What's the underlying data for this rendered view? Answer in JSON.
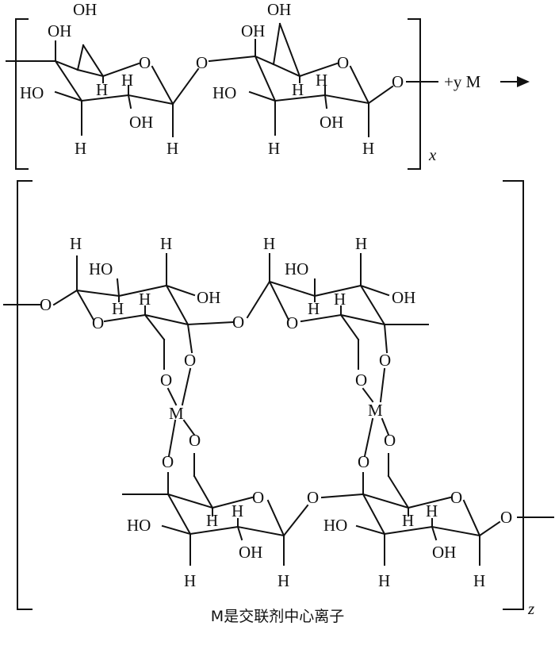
{
  "atoms": {
    "oh": "OH",
    "ho": "HO",
    "h": "H",
    "o": "O",
    "m": "M"
  },
  "reaction": {
    "reagent": "+y M"
  },
  "subscripts": {
    "x": "x",
    "z": "z"
  },
  "caption": "M是交联剂中心离子",
  "colors": {
    "ink": "#111111",
    "background": "#ffffff"
  }
}
